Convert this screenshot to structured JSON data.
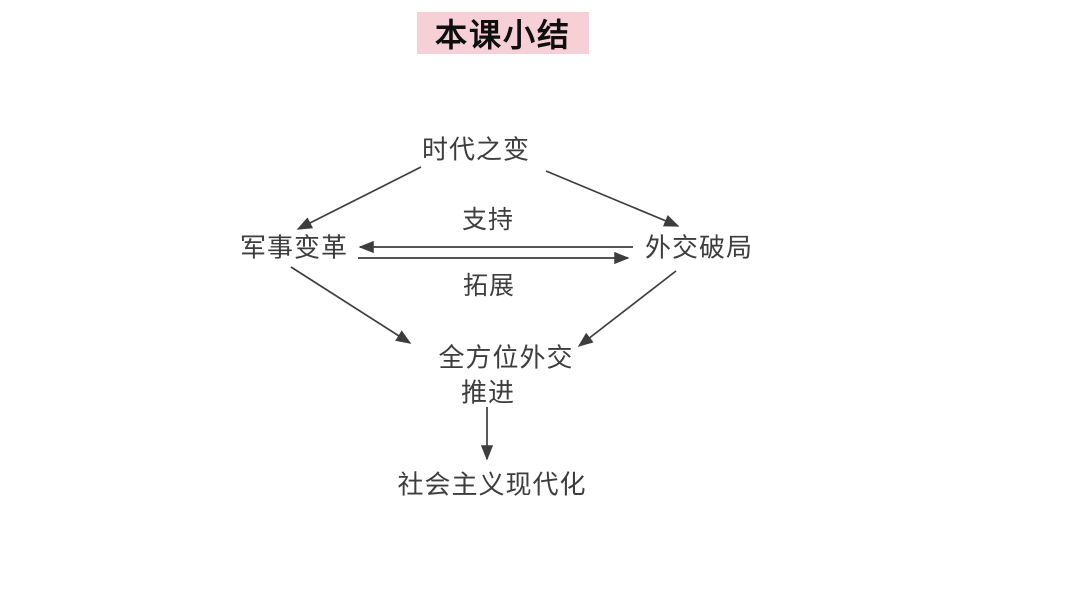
{
  "page": {
    "background_color": "#ffffff"
  },
  "title": {
    "text": "本课小结",
    "bg_color": "#f7cfd6",
    "text_color": "#0f0f0f"
  },
  "diagram": {
    "line_color": "#3d3d3d",
    "nodes": {
      "top": "时代之变",
      "left": "军事变革",
      "right": "外交破局",
      "center": "全方位外交",
      "center_sub": "推进",
      "bottom": "社会主义现代化"
    },
    "edge_labels": {
      "support": "支持",
      "expand": "拓展"
    },
    "edges": [
      {
        "from": "时代之变",
        "to": "军事变革",
        "label": ""
      },
      {
        "from": "时代之变",
        "to": "外交破局",
        "label": ""
      },
      {
        "from": "外交破局",
        "to": "军事变革",
        "label": "支持"
      },
      {
        "from": "军事变革",
        "to": "外交破局",
        "label": "拓展"
      },
      {
        "from": "军事变革",
        "to": "全方位外交",
        "label": ""
      },
      {
        "from": "外交破局",
        "to": "全方位外交",
        "label": ""
      },
      {
        "from": "全方位外交 推进",
        "to": "社会主义现代化",
        "label": ""
      }
    ]
  }
}
